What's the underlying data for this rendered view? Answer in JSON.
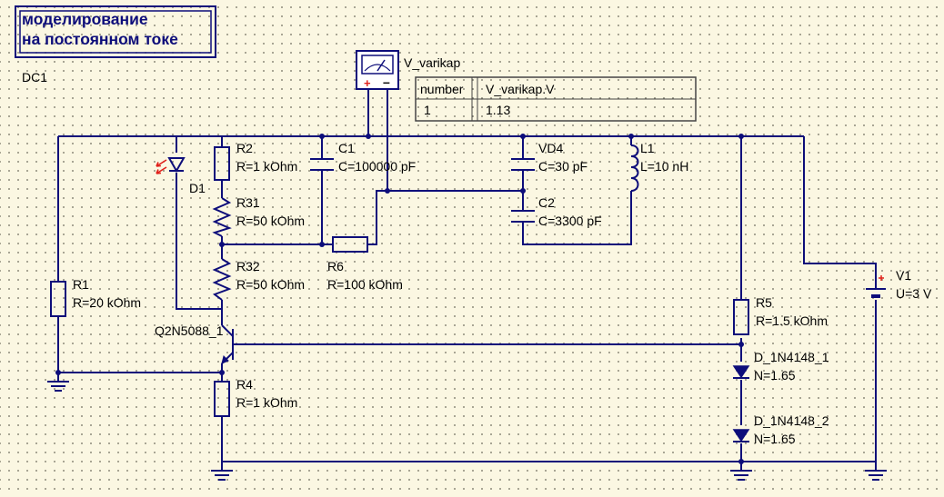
{
  "title": {
    "line1": "моделирование",
    "line2": "на постоянном токе"
  },
  "simulation_label": "DC1",
  "probe": {
    "name": "V_varikap",
    "plus": "+",
    "minus": "–"
  },
  "results_table": {
    "headers": [
      "number",
      "V_varikap.V"
    ],
    "rows": [
      [
        "1",
        "1.13"
      ]
    ]
  },
  "components": {
    "D1": {
      "name": "D1"
    },
    "R2": {
      "name": "R2",
      "value": "R=1 kOhm"
    },
    "C1": {
      "name": "C1",
      "value": "C=100000 pF"
    },
    "VD4": {
      "name": "VD4",
      "value": "C=30 pF"
    },
    "L1": {
      "name": "L1",
      "value": "L=10 nH"
    },
    "C2": {
      "name": "C2",
      "value": "C=3300 pF"
    },
    "R31": {
      "name": "R31",
      "value": "R=50 kOhm"
    },
    "R32": {
      "name": "R32",
      "value": "R=50 kOhm"
    },
    "R6": {
      "name": "R6",
      "value": "R=100 kOhm"
    },
    "R1": {
      "name": "R1",
      "value": "R=20 kOhm"
    },
    "Q1": {
      "name": "Q2N5088_1"
    },
    "R4": {
      "name": "R4",
      "value": "R=1 kOhm"
    },
    "R5": {
      "name": "R5",
      "value": "R=1.5 kOhm"
    },
    "D2": {
      "name": "D_1N4148_1",
      "value": "N=1.65"
    },
    "D3": {
      "name": "D_1N4148_2",
      "value": "N=1.65"
    },
    "V1": {
      "name": "V1",
      "value": "U=3 V"
    }
  },
  "colors": {
    "background": "#fbf7e2",
    "wire": "#0d0d7a",
    "led_light": "#e0201a",
    "probe_plus": "#e0201a"
  }
}
